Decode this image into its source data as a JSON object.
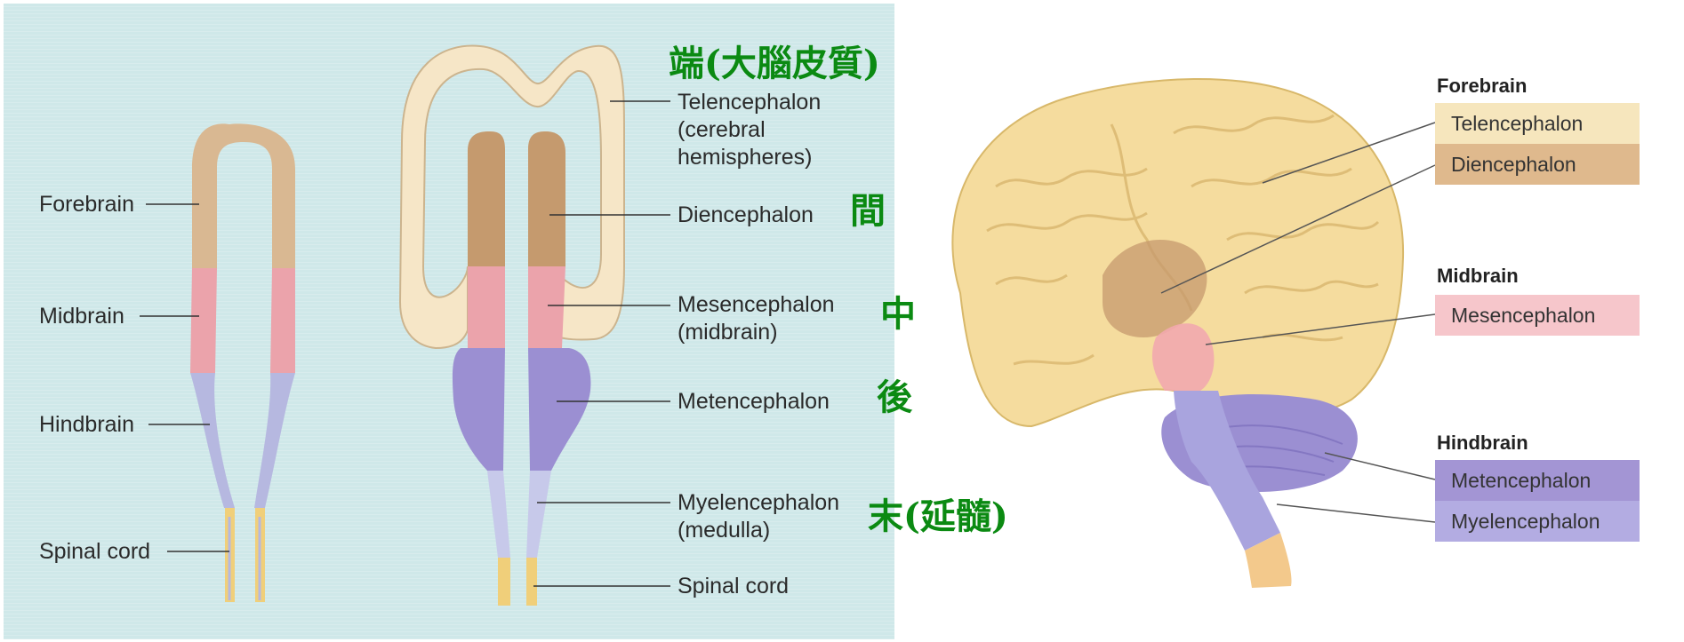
{
  "colors": {
    "forebrain": "#d9b892",
    "telencephalon": "#f6e6c7",
    "diencephalon": "#c59a6e",
    "midbrain": "#eba3ab",
    "hindbrain": "#b6b8e0",
    "metencephalon": "#9b8fd2",
    "myelencephalon": "#a9a4de",
    "spinal_cord": "#f0cf7a",
    "chinese_text": "#0b8a12"
  },
  "left_tube": {
    "forebrain": "Forebrain",
    "midbrain": "Midbrain",
    "hindbrain": "Hindbrain",
    "spinal_cord": "Spinal cord"
  },
  "middle_tube": {
    "telencephalon": [
      "Telencephalon",
      "(cerebral",
      "hemispheres)"
    ],
    "diencephalon": "Diencephalon",
    "mesencephalon": [
      "Mesencephalon",
      "(midbrain)"
    ],
    "metencephalon": "Metencephalon",
    "myelencephalon": [
      "Myelencephalon",
      "(medulla)"
    ],
    "spinal_cord": "Spinal cord"
  },
  "chinese_labels": {
    "telencephalon": "端(大腦皮質)",
    "diencephalon": "間",
    "mesencephalon": "中",
    "metencephalon": "後",
    "myelencephalon": "末(延髓)"
  },
  "legend": {
    "forebrain_header": "Forebrain",
    "telencephalon": "Telencephalon",
    "diencephalon": "Diencephalon",
    "midbrain_header": "Midbrain",
    "mesencephalon": "Mesencephalon",
    "hindbrain_header": "Hindbrain",
    "metencephalon": "Metencephalon",
    "myelencephalon": "Myelencephalon"
  }
}
